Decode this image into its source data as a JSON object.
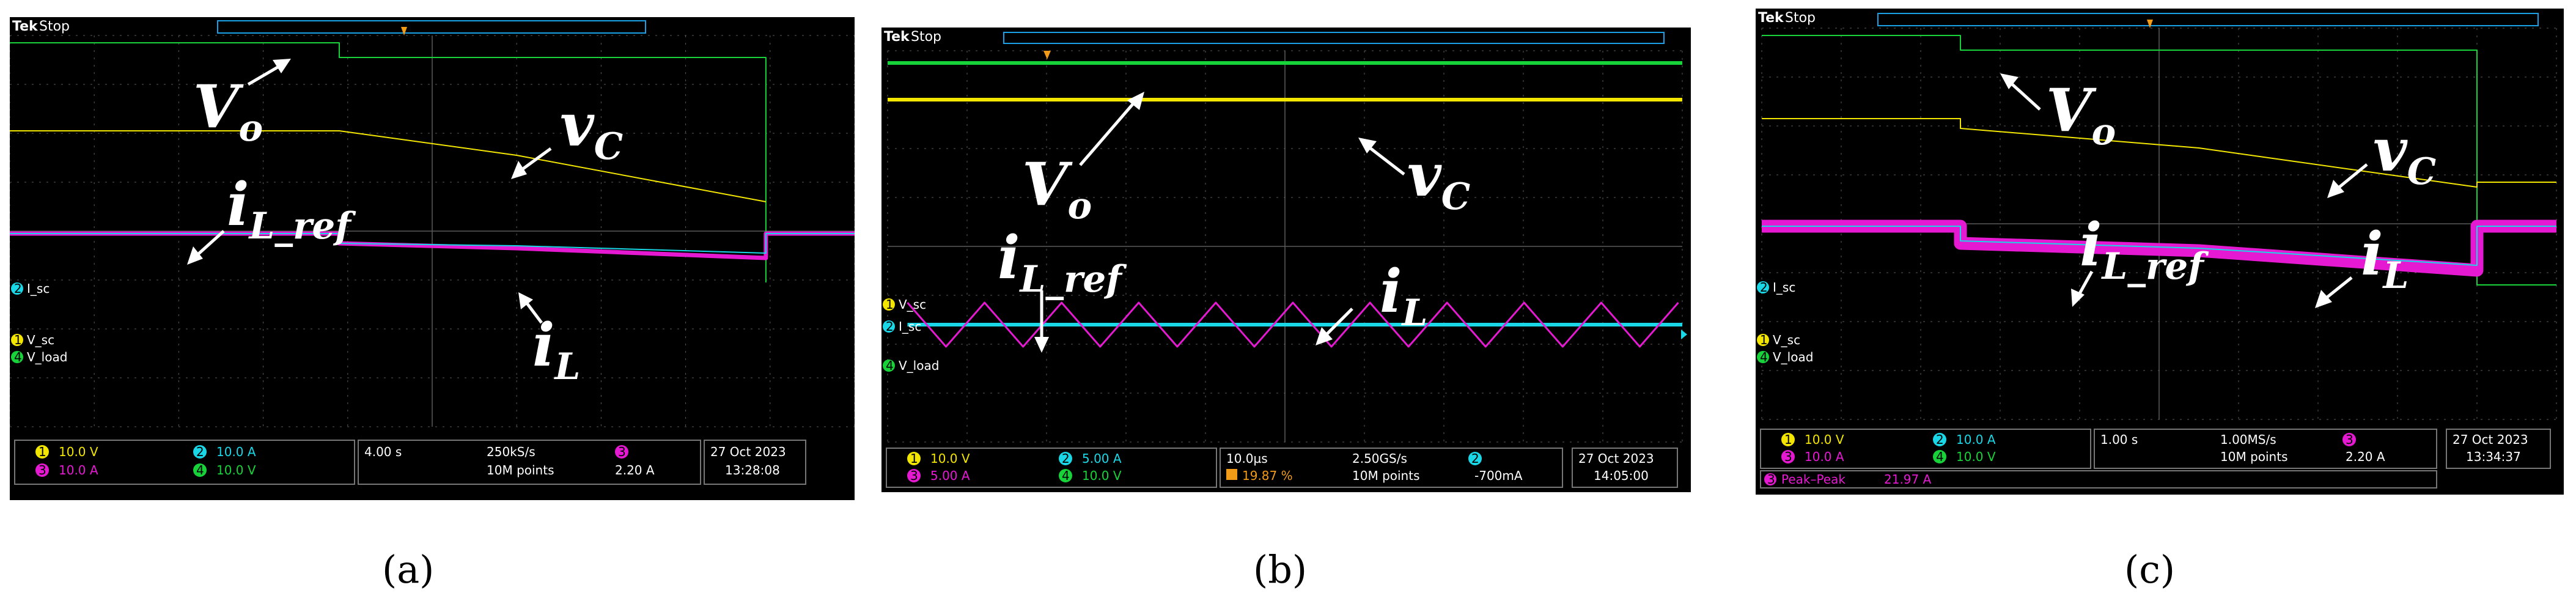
{
  "colors": {
    "ch1": "#f2e600",
    "ch2": "#19d7e6",
    "ch3": "#e619d2",
    "ch4": "#18d23a",
    "grid": "#5a5a5a",
    "trigger": "#f29b16"
  },
  "panels": [
    {
      "id": "a",
      "caption": "(a)",
      "header": {
        "brand": "Tek",
        "state": "Stop"
      },
      "labels": {
        "Vo": {
          "main": "V",
          "sub": "o"
        },
        "vC": {
          "main": "v",
          "sub": "C"
        },
        "iLref": {
          "main": "i",
          "sub": "L_ref"
        },
        "iL": {
          "main": "i",
          "sub": "L"
        }
      },
      "markers": [
        "I_sc",
        "V_sc",
        "V_load"
      ],
      "status": {
        "ch1": {
          "num": "1",
          "scale": "10.0 V"
        },
        "ch2": {
          "num": "2",
          "scale": "10.0 A"
        },
        "ch3": {
          "num": "3",
          "scale": "10.0 A"
        },
        "ch4": {
          "num": "4",
          "scale": "10.0 V"
        },
        "timebase": "4.00 s",
        "rate": "250kS/s",
        "points": "10M points",
        "trigger_ch": "3",
        "trigger_level": "2.20 A",
        "date": "27 Oct 2023",
        "time": "13:28:08"
      },
      "chart_data": {
        "type": "line",
        "x_divisions": 10,
        "y_divisions": 8,
        "series": [
          {
            "channel": "4",
            "points": [
              [
                0,
                3.85
              ],
              [
                3.9,
                3.85
              ],
              [
                3.9,
                3.55
              ],
              [
                8.95,
                3.55
              ],
              [
                8.95,
                -1.05
              ]
            ]
          },
          {
            "channel": "1",
            "points": [
              [
                0,
                2.05
              ],
              [
                3.9,
                2.05
              ],
              [
                6,
                1.55
              ],
              [
                8.95,
                0.6
              ],
              [
                8.95,
                0.6
              ]
            ]
          },
          {
            "channel": "3",
            "points": [
              [
                0,
                -0.05
              ],
              [
                3.9,
                -0.05
              ],
              [
                3.9,
                -0.25
              ],
              [
                6,
                -0.35
              ],
              [
                8.95,
                -0.55
              ],
              [
                8.95,
                -0.05
              ],
              [
                10,
                -0.05
              ]
            ]
          },
          {
            "channel": "2",
            "points": [
              [
                0,
                -0.05
              ],
              [
                3.9,
                -0.05
              ],
              [
                3.9,
                -0.25
              ],
              [
                6,
                -0.3
              ],
              [
                8.95,
                -0.45
              ],
              [
                8.95,
                -0.05
              ],
              [
                10,
                -0.05
              ]
            ]
          }
        ]
      }
    },
    {
      "id": "b",
      "caption": "(b)",
      "header": {
        "brand": "Tek",
        "state": "Stop"
      },
      "labels": {
        "Vo": {
          "main": "V",
          "sub": "o"
        },
        "vC": {
          "main": "v",
          "sub": "C"
        },
        "iLref": {
          "main": "i",
          "sub": "L_ref"
        },
        "iL": {
          "main": "i",
          "sub": "L"
        }
      },
      "markers": [
        "V_sc",
        "I_sc",
        "V_load"
      ],
      "status": {
        "ch1": {
          "num": "1",
          "scale": "10.0 V"
        },
        "ch2": {
          "num": "2",
          "scale": "5.00 A"
        },
        "ch3": {
          "num": "3",
          "scale": "5.00 A"
        },
        "ch4": {
          "num": "4",
          "scale": "10.0 V"
        },
        "timebase": "10.0µs",
        "rate": "2.50GS/s",
        "points": "10M points",
        "trigger_ch": "2",
        "trigger_level": "-700mA",
        "trigger_pos": "19.87 %",
        "date": "27 Oct 2023",
        "time": "14:05:00"
      },
      "chart_data": {
        "type": "line",
        "x_divisions": 10,
        "y_divisions": 8,
        "series": [
          {
            "channel": "4",
            "points": [
              [
                0,
                3.75
              ],
              [
                10,
                3.75
              ]
            ]
          },
          {
            "channel": "1",
            "points": [
              [
                0,
                3.0
              ],
              [
                10,
                3.0
              ]
            ]
          },
          {
            "channel": "2",
            "points": [
              [
                0.25,
                -1.6
              ],
              [
                10,
                -1.6
              ]
            ]
          },
          {
            "channel": "3",
            "triangle": {
              "x_start": 0.25,
              "period": 0.97,
              "high": -1.15,
              "low": -2.05,
              "cycles": 10
            }
          }
        ]
      }
    },
    {
      "id": "c",
      "caption": "(c)",
      "header": {
        "brand": "Tek",
        "state": "Stop"
      },
      "labels": {
        "Vo": {
          "main": "V",
          "sub": "o"
        },
        "vC": {
          "main": "v",
          "sub": "C"
        },
        "iLref": {
          "main": "i",
          "sub": "L_ref"
        },
        "iL": {
          "main": "i",
          "sub": "L"
        }
      },
      "markers": [
        "I_sc",
        "V_sc",
        "V_load"
      ],
      "status": {
        "ch1": {
          "num": "1",
          "scale": "10.0 V"
        },
        "ch2": {
          "num": "2",
          "scale": "10.0 A"
        },
        "ch3": {
          "num": "3",
          "scale": "10.0 A"
        },
        "ch4": {
          "num": "4",
          "scale": "10.0 V"
        },
        "timebase": "1.00 s",
        "rate": "1.00MS/s",
        "points": "10M points",
        "trigger_ch": "3",
        "trigger_level": "2.20 A",
        "date": "27 Oct 2023",
        "time": "13:34:37",
        "measure_ch": "3",
        "measure_label": "Peak–Peak",
        "measure_value": "21.97 A"
      },
      "chart_data": {
        "type": "line",
        "x_divisions": 10,
        "y_divisions": 8,
        "series": [
          {
            "channel": "4",
            "points": [
              [
                0,
                3.85
              ],
              [
                2.5,
                3.85
              ],
              [
                2.5,
                3.55
              ],
              [
                9,
                3.55
              ],
              [
                9,
                -1.25
              ],
              [
                10,
                -1.25
              ]
            ]
          },
          {
            "channel": "1",
            "points": [
              [
                0,
                2.15
              ],
              [
                2.5,
                2.15
              ],
              [
                2.5,
                1.95
              ],
              [
                5.5,
                1.55
              ],
              [
                9,
                0.75
              ],
              [
                9,
                0.85
              ],
              [
                10,
                0.85
              ]
            ]
          },
          {
            "channel": "3",
            "points": [
              [
                0,
                -0.05
              ],
              [
                2.5,
                -0.05
              ],
              [
                2.5,
                -0.4
              ],
              [
                5.5,
                -0.55
              ],
              [
                9,
                -0.95
              ],
              [
                9,
                -0.05
              ],
              [
                10,
                -0.05
              ]
            ]
          },
          {
            "channel": "2",
            "points": [
              [
                0,
                -0.05
              ],
              [
                2.5,
                -0.05
              ],
              [
                2.5,
                -0.35
              ],
              [
                5.5,
                -0.5
              ],
              [
                9,
                -0.85
              ],
              [
                9,
                -0.05
              ],
              [
                10,
                -0.05
              ]
            ]
          }
        ]
      }
    }
  ]
}
